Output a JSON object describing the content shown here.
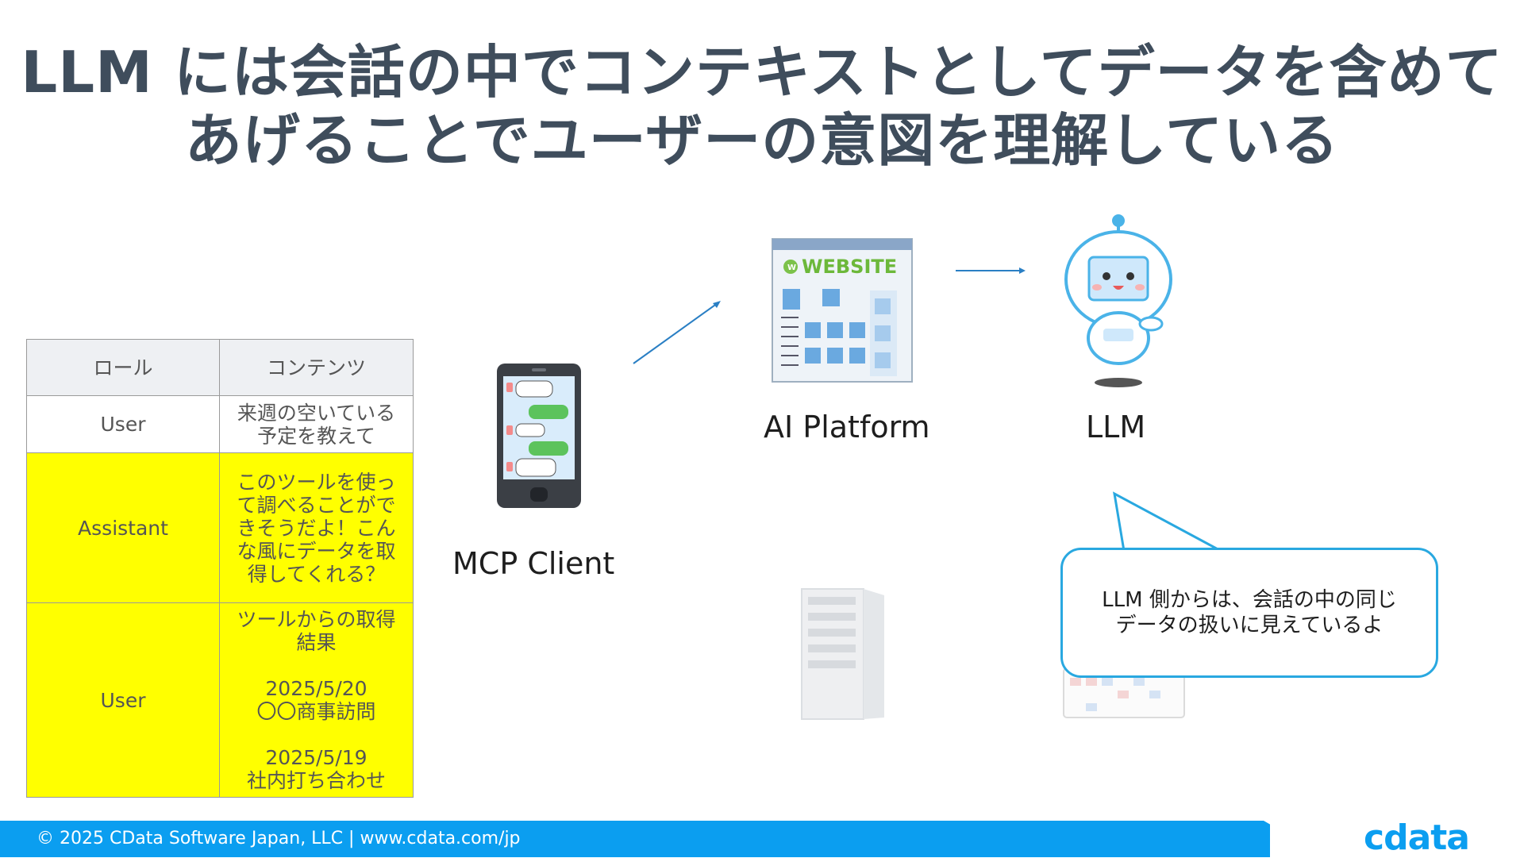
{
  "title": {
    "line1": "LLM には会話の中でコンテキストとしてデータを含めて",
    "line2": "あげることでユーザーの意図を理解している"
  },
  "table": {
    "headers": [
      "ロール",
      "コンテンツ"
    ],
    "rows": [
      {
        "role": "User",
        "content": [
          "来週の空いている",
          "予定を教えて"
        ],
        "highlight": false
      },
      {
        "role": "Assistant",
        "content": [
          "このツールを使っ",
          "て調べることがで",
          "きそうだよ！こん",
          "な風にデータを取",
          "得してくれる？"
        ],
        "highlight": true
      },
      {
        "role": "User",
        "content": [
          "ツールからの取得",
          "結果",
          "",
          "2025/5/20",
          "〇〇商事訪問",
          "",
          "2025/5/19",
          "社内打ち合わせ"
        ],
        "highlight": true
      }
    ]
  },
  "diagram": {
    "mcp_client": "MCP Client",
    "ai_platform": "AI Platform",
    "llm": "LLM",
    "website_logo": "WEBSITE",
    "bubble": [
      "LLM 側からは、会話の中の同じ",
      "データの扱いに見えているよ"
    ]
  },
  "footer": {
    "copyright": "© 2025 CData Software Japan, LLC |  www.cdata.com/jp",
    "logo": "cdata"
  },
  "colors": {
    "title": "#3f4d5c",
    "highlight": "#ffff00",
    "accent": "#0b9ef0",
    "bubble_border": "#29a8e0"
  }
}
